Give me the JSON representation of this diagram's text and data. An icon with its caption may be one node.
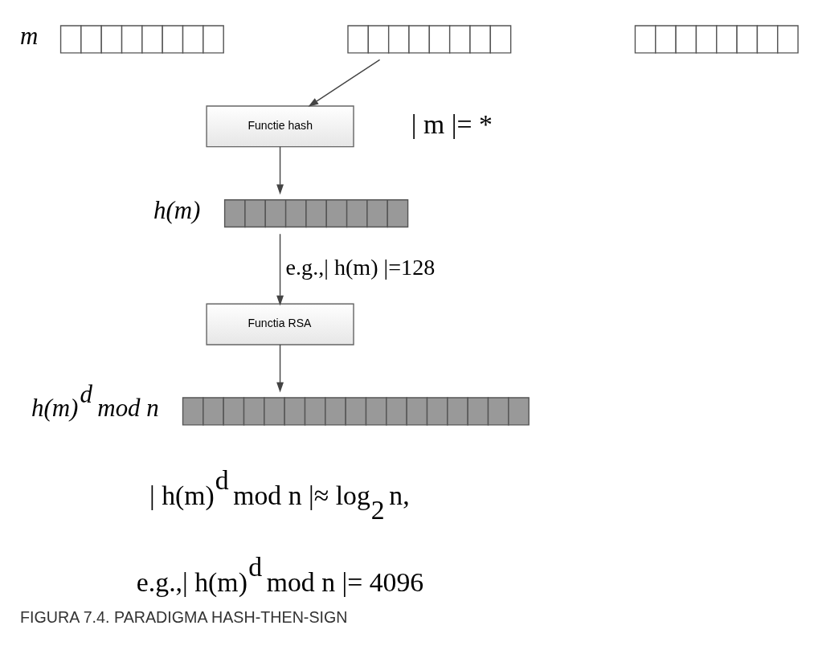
{
  "diagram": {
    "caption": "FIGURA 7.4. PARADIGMA HASH-THEN-SIGN",
    "nodes": [
      {
        "text": [],
        "shape": "bar",
        "beside": [
          "m"
        ]
      },
      {
        "text": [
          "Functie hash"
        ]
      },
      {
        "text": [],
        "shape": "bar",
        "beside": [
          "h(m)"
        ]
      },
      {
        "text": [
          "Functia RSA"
        ]
      },
      {
        "text": [],
        "shape": "bar",
        "beside": [
          "h(m)$^{d}$ mod n"
        ]
      }
    ],
    "edges": [
      {
        "from": 0,
        "to": 1,
        "arrow": "to"
      },
      {
        "from": 1,
        "to": 2,
        "arrow": "to"
      },
      {
        "from": 2,
        "to": 3,
        "arrow": "to",
        "label": "e.g.,| h(m) |=128"
      },
      {
        "from": 3,
        "to": 4,
        "arrow": "to"
      }
    ],
    "labels": [
      "| m |= *",
      "| h(m)$^{d}$ mod n |≈ log$_{2}$ n,",
      "e.g.,| h(m)$^{d}$ mod n |= 4096"
    ]
  }
}
